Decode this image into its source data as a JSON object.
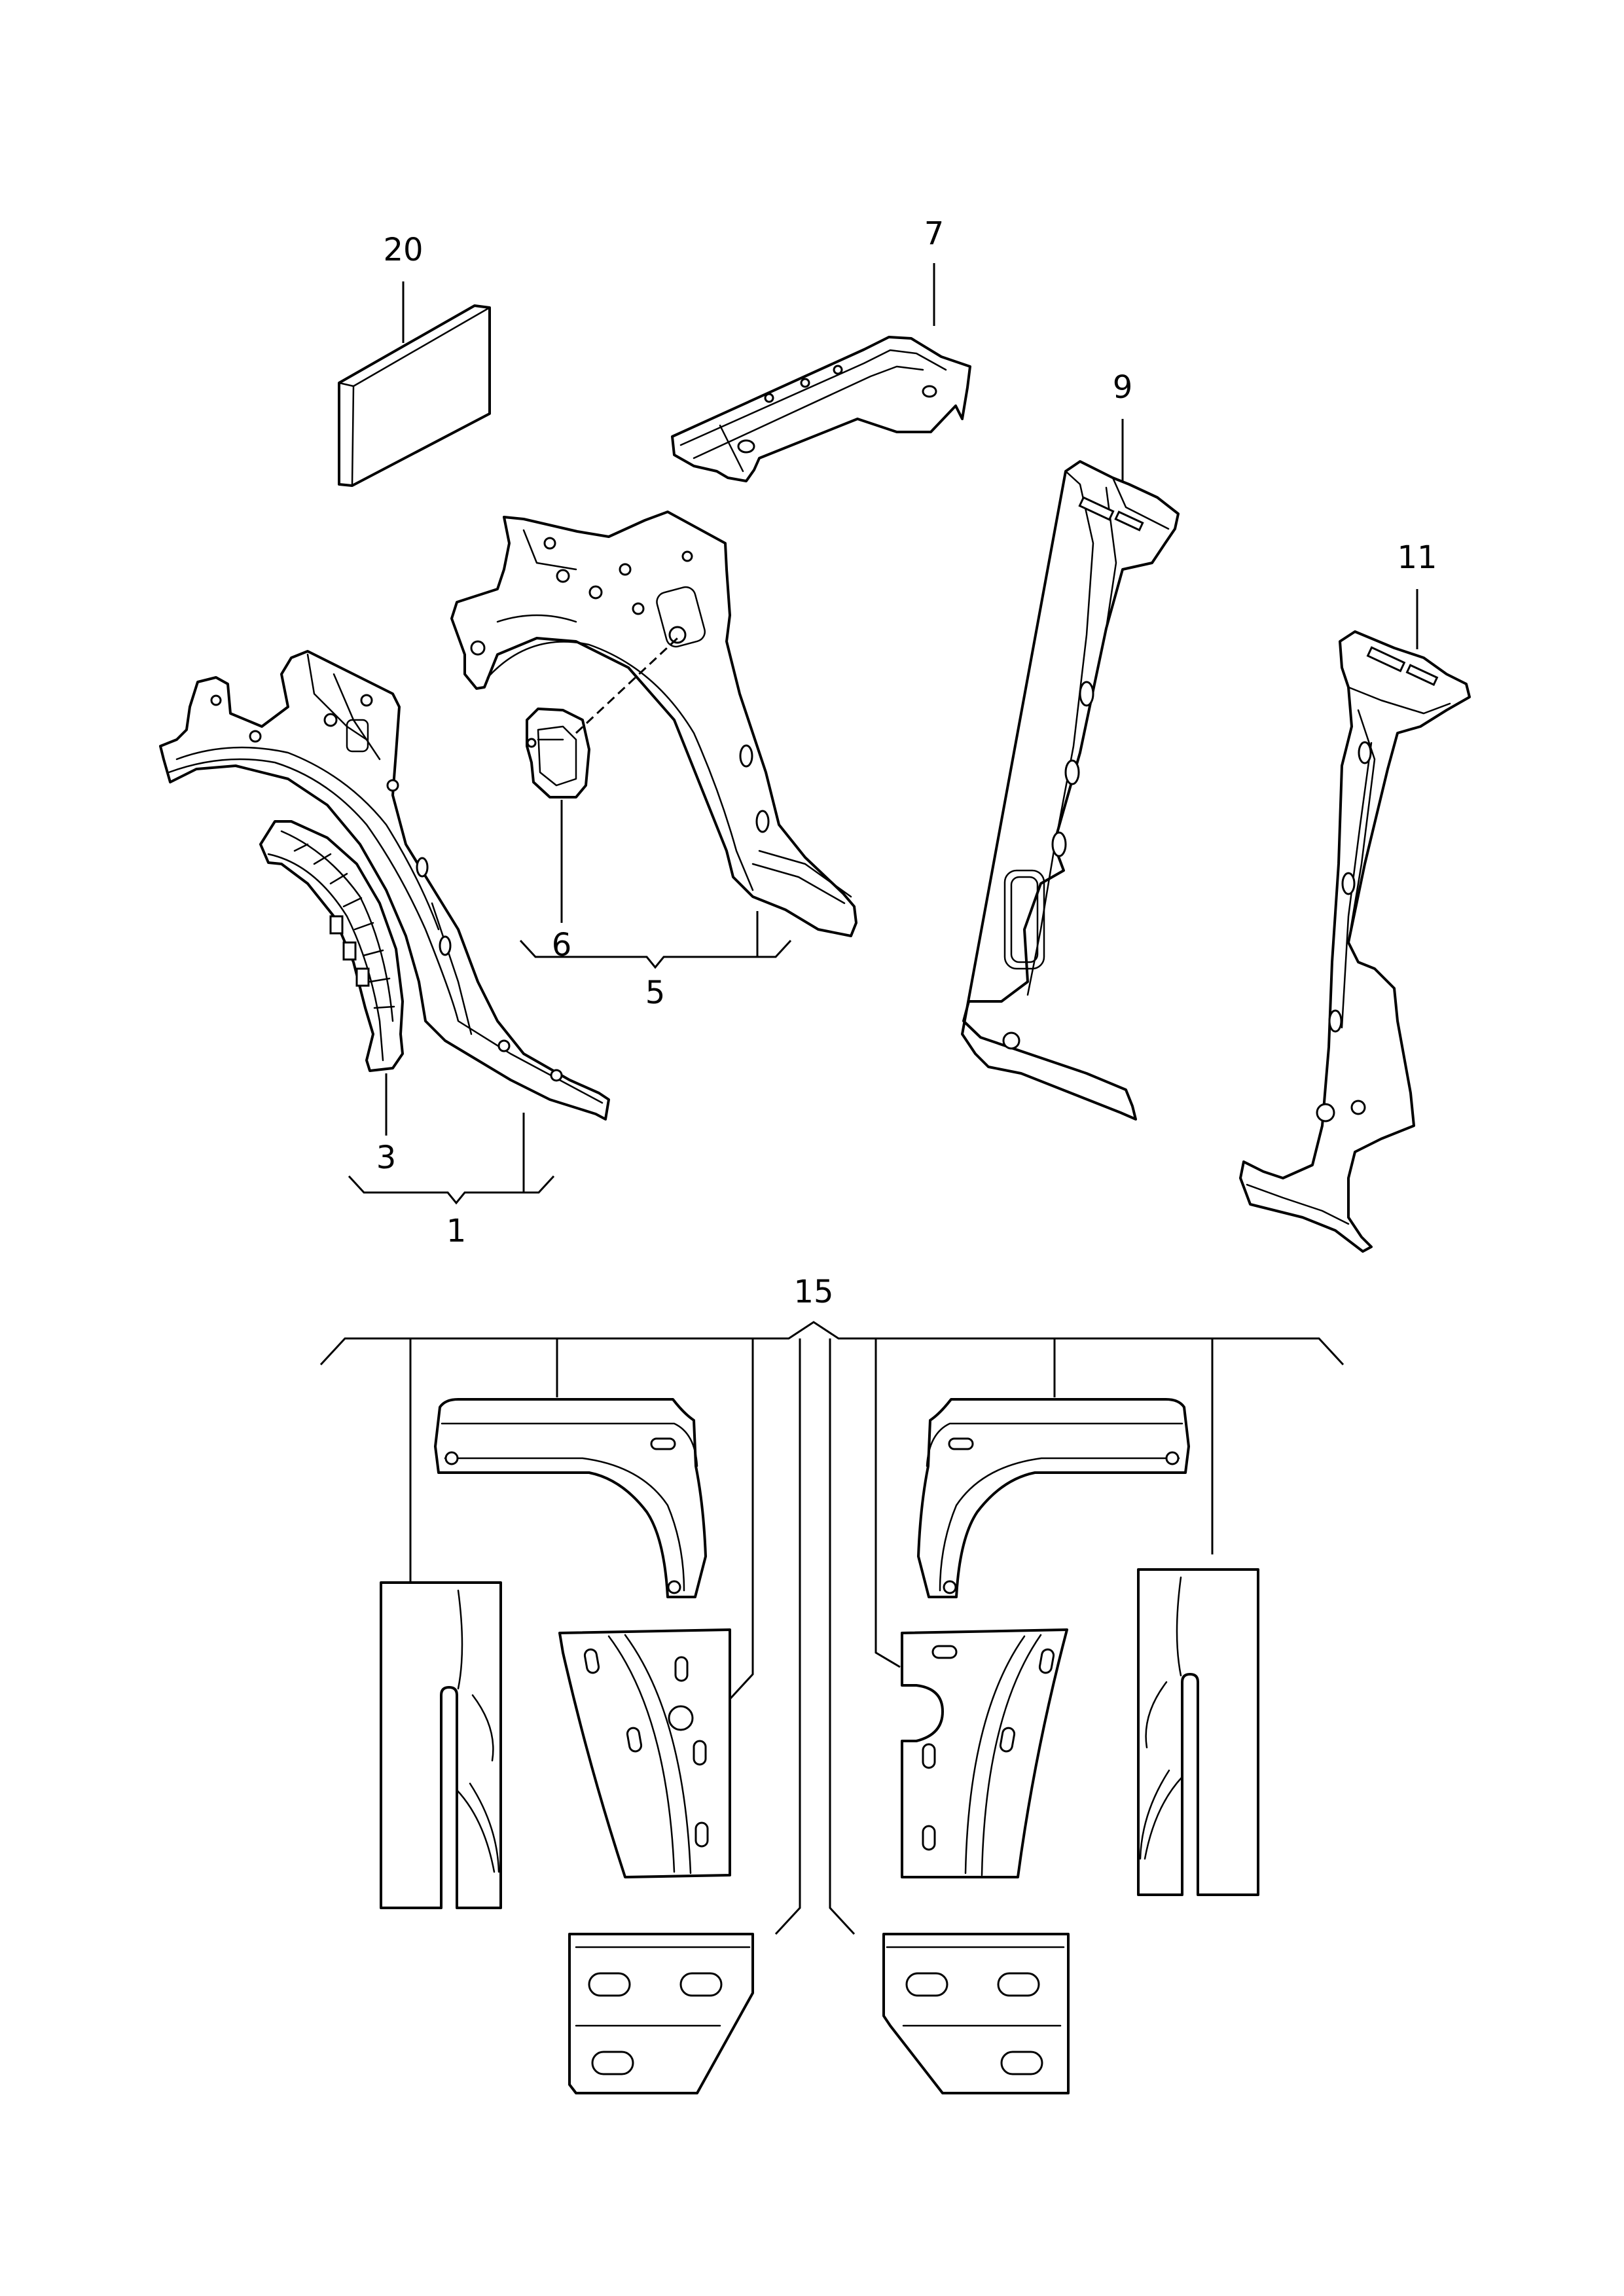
{
  "colors": {
    "background": "#ffffff",
    "line": "#000000"
  },
  "callouts": {
    "c20": "20",
    "c7": "7",
    "c9": "9",
    "c11": "11",
    "c6": "6",
    "c5": "5",
    "c3": "3",
    "c1": "1",
    "c15": "15"
  }
}
